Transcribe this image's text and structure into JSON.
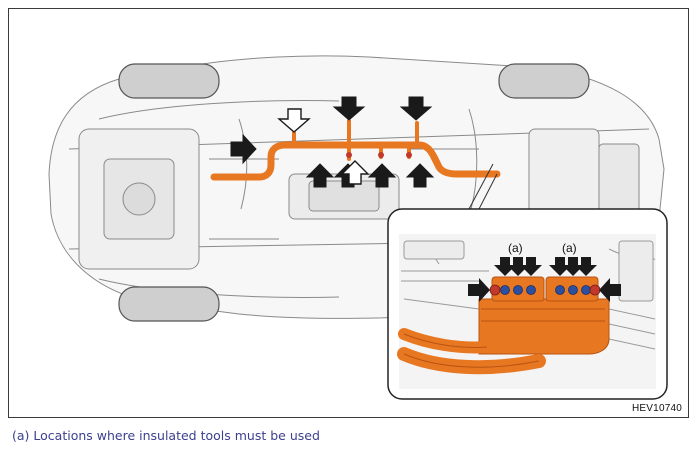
{
  "figure": {
    "code": "HEV10740",
    "inset_label_left": "(a)",
    "inset_label_right": "(a)",
    "caption_marker": "(a)",
    "caption_text": "Locations where insulated tools must be used"
  },
  "colors": {
    "cable": "#e87722",
    "cable_dark": "#b85412",
    "arrow": "#1a1a1a",
    "connector_blue": "#2d4fa0",
    "caption": "#3b3f8f"
  }
}
